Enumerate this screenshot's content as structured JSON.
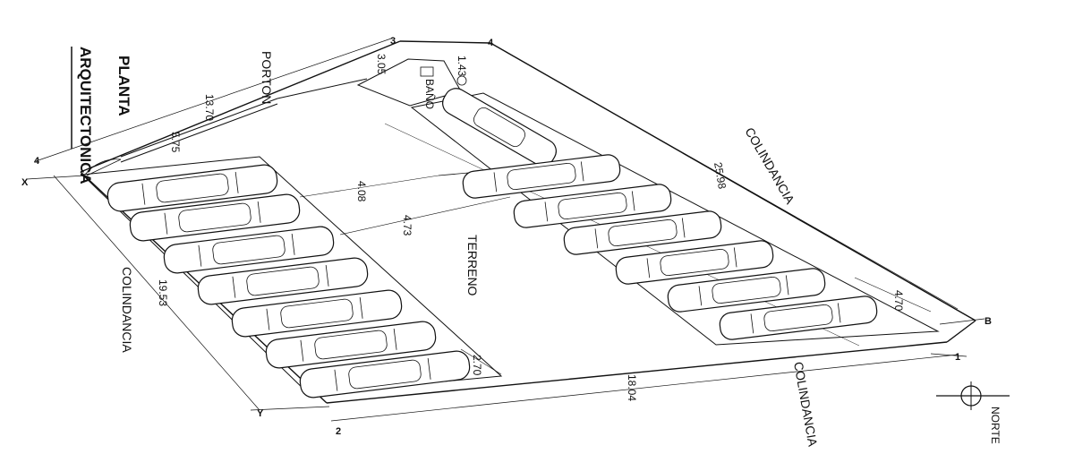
{
  "title": {
    "line1": "PLANTA",
    "line2": "ARQUITECTONICA"
  },
  "labels": {
    "porton": "PORTON",
    "bano": "BAÑO",
    "terreno": "TERRENO",
    "colindancia_top": "COLINDANCIA",
    "colindancia_left": "COLINDANCIA",
    "colindancia_bottom": "COLINDANCIA",
    "north": "NORTE"
  },
  "dimensions": {
    "d_1_43": "1.43",
    "d_3_05": "3.05",
    "d_13_70": "13.70",
    "d_5_75": "5.75",
    "d_25_98": "25.98",
    "d_4_08": "4.08",
    "d_4_73": "4.73",
    "d_19_53": "19.53",
    "d_4_70": "4.70",
    "d_2_70": "2.70",
    "d_18_04": "18.04"
  },
  "axes": {
    "a3": "3",
    "a4_top": "4",
    "a4_left": "4",
    "ax_left": "X",
    "ay_bottom": "Y",
    "a2_bottom": "2",
    "aB_right": "B",
    "a1_right": "1"
  }
}
